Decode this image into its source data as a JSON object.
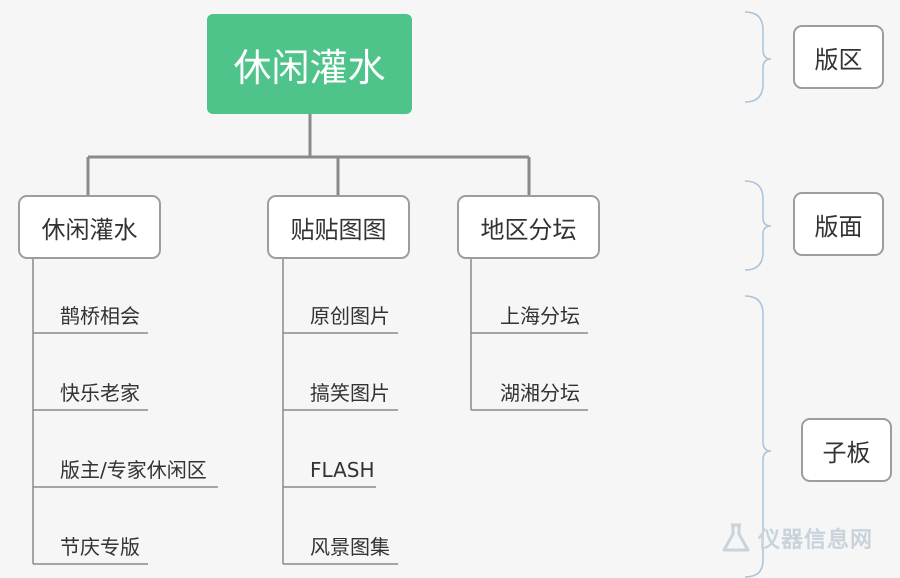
{
  "root": {
    "label": "休闲灌水"
  },
  "sections": [
    {
      "label": "休闲灌水",
      "items": [
        "鹊桥相会",
        "快乐老家",
        "版主/专家休闲区",
        "节庆专版"
      ]
    },
    {
      "label": "贴贴图图",
      "items": [
        "原创图片",
        "搞笑图片",
        "FLASH",
        "风景图集"
      ]
    },
    {
      "label": "地区分坛",
      "items": [
        "上海分坛",
        "湖湘分坛"
      ]
    }
  ],
  "legend": {
    "level1": "版区",
    "level2": "版面",
    "level3": "子板"
  },
  "watermark": {
    "text": "仪器信息网"
  },
  "colors": {
    "root_fill": "#4ec38a",
    "line": "#8a8a8a",
    "bracket": "#a9c3da",
    "box_border": "#9d9d9d"
  }
}
